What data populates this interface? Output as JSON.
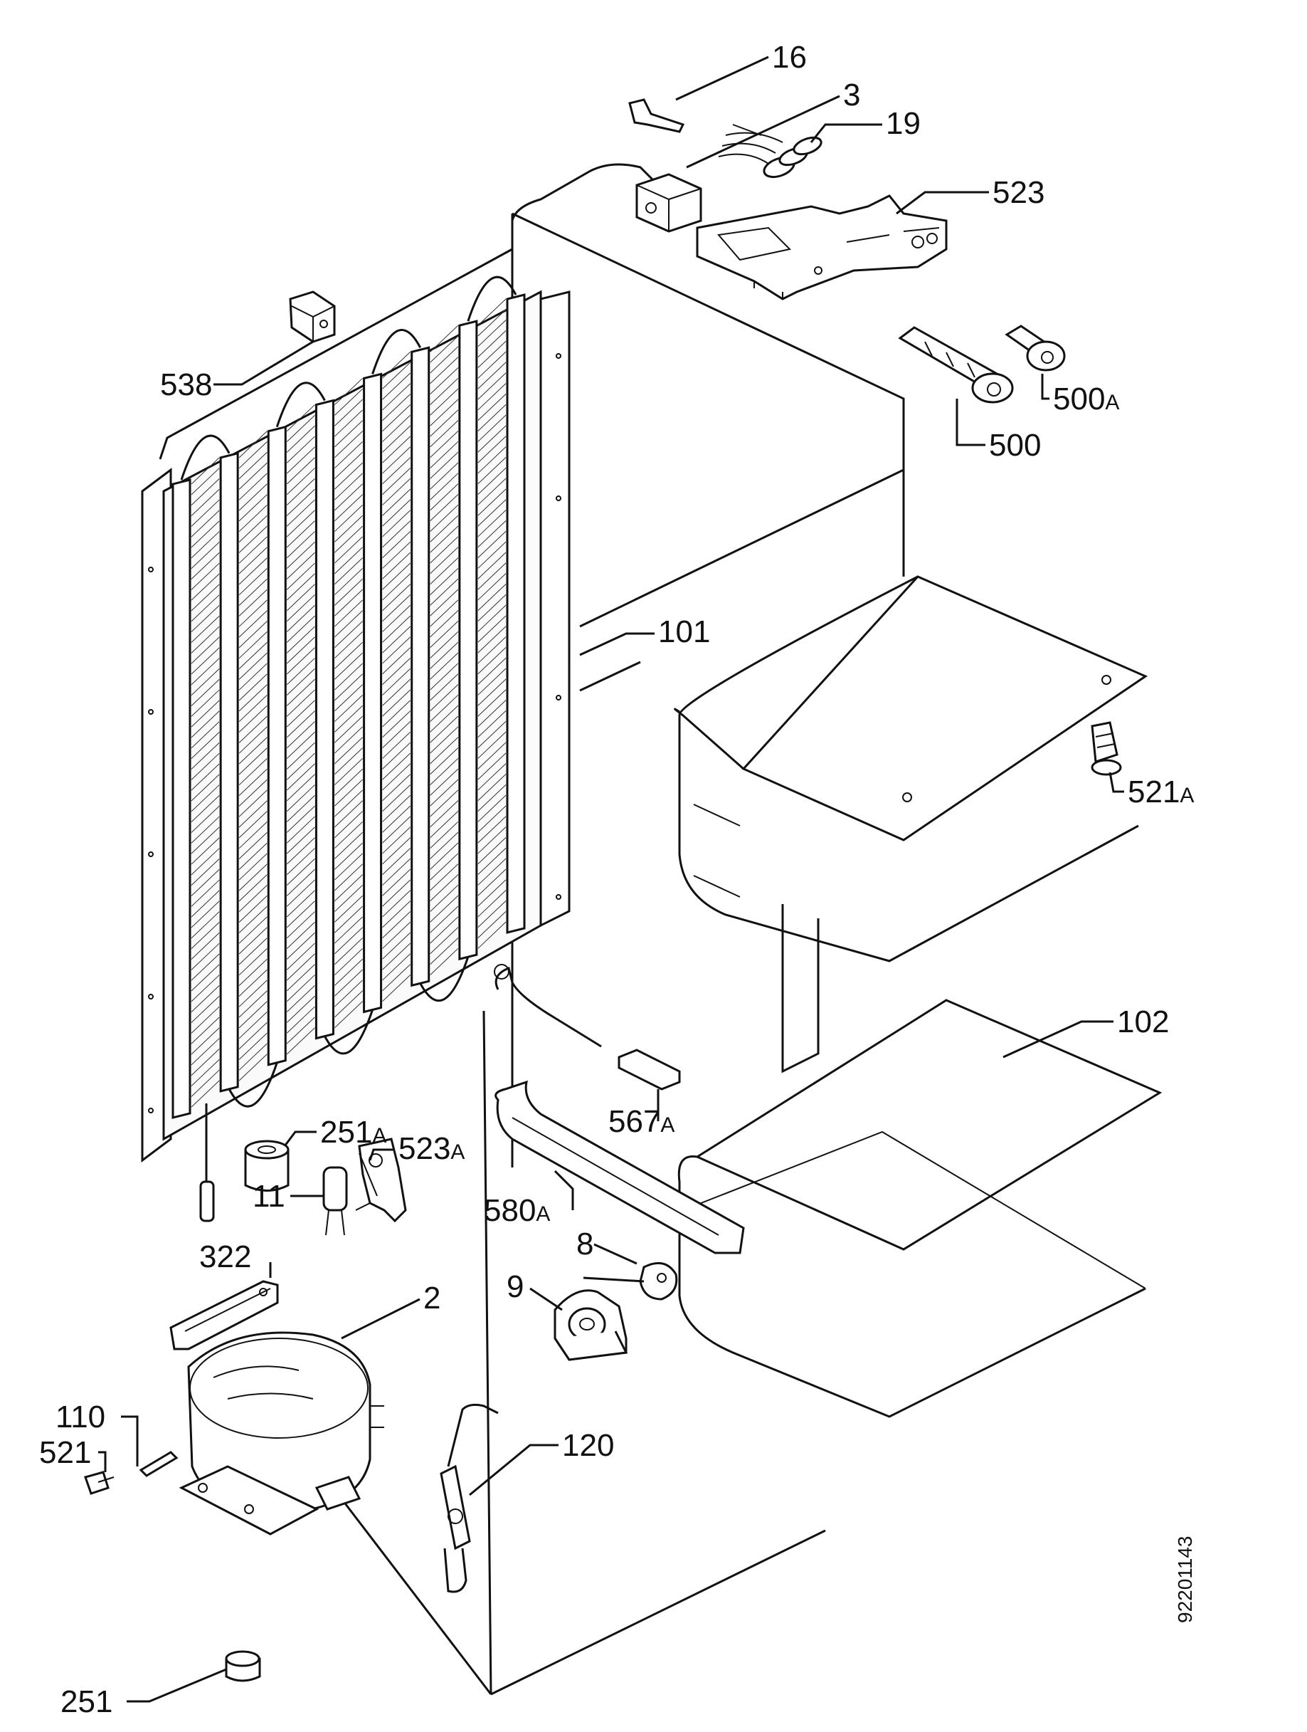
{
  "diagram": {
    "reference_number": "92201143",
    "callouts": [
      {
        "id": "c16",
        "number": "16"
      },
      {
        "id": "c3",
        "number": "3"
      },
      {
        "id": "c19",
        "number": "19"
      },
      {
        "id": "c523",
        "number": "523"
      },
      {
        "id": "c538",
        "number": "538"
      },
      {
        "id": "c500a",
        "number": "500",
        "suffix": "A"
      },
      {
        "id": "c500",
        "number": "500"
      },
      {
        "id": "c101",
        "number": "101"
      },
      {
        "id": "c521a",
        "number": "521",
        "suffix": "A"
      },
      {
        "id": "c102",
        "number": "102"
      },
      {
        "id": "c567a",
        "number": "567",
        "suffix": "A"
      },
      {
        "id": "c251a",
        "number": "251",
        "suffix": "A"
      },
      {
        "id": "c523a",
        "number": "523",
        "suffix": "A"
      },
      {
        "id": "c11",
        "number": "11"
      },
      {
        "id": "c580a",
        "number": "580",
        "suffix": "A"
      },
      {
        "id": "c8",
        "number": "8"
      },
      {
        "id": "c322",
        "number": "322"
      },
      {
        "id": "c9",
        "number": "9"
      },
      {
        "id": "c2",
        "number": "2"
      },
      {
        "id": "c110",
        "number": "110"
      },
      {
        "id": "c521",
        "number": "521"
      },
      {
        "id": "c120",
        "number": "120"
      },
      {
        "id": "c251",
        "number": "251"
      }
    ]
  }
}
